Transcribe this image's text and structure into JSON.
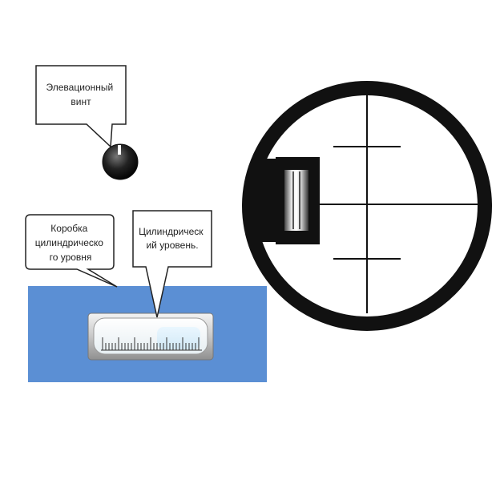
{
  "callouts": {
    "elevation_screw": {
      "lines": [
        "Элевационный",
        "винт"
      ]
    },
    "level_box": {
      "lines": [
        "Коробка",
        "цилиндрическо",
        "го уровня"
      ]
    },
    "cylindrical_level": {
      "lines": [
        "Цилиндрическ",
        "ий уровень."
      ]
    }
  },
  "colors": {
    "box_blue": "#5b8fd4",
    "ring": "#111111",
    "outline": "#222222"
  },
  "icons": [
    "elevation-knob-icon",
    "spirit-level-vial-icon",
    "reticle-icon"
  ]
}
